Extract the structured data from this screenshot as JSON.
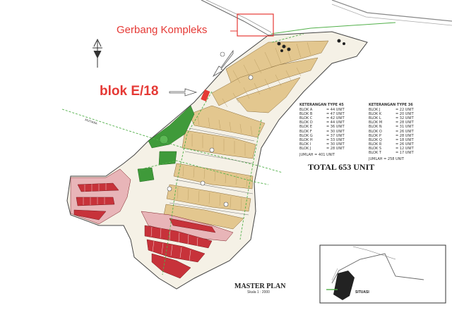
{
  "annotations": {
    "gate_label": "Gerbang Kompleks",
    "block_label": "blok E/18"
  },
  "legend_type45": {
    "title": "KETERANGAN TYPE 45",
    "rows": [
      {
        "block": "BLOK A",
        "units": "= 44 UNIT"
      },
      {
        "block": "BLOK B",
        "units": "= 47 UNIT"
      },
      {
        "block": "BLOK C",
        "units": "= 42 UNIT"
      },
      {
        "block": "BLOK D",
        "units": "= 44 UNIT"
      },
      {
        "block": "BLOK E",
        "units": "= 36 UNIT"
      },
      {
        "block": "BLOK F",
        "units": "= 30 UNIT"
      },
      {
        "block": "BLOK G",
        "units": "= 37 UNIT"
      },
      {
        "block": "BLOK H",
        "units": "= 33 UNIT"
      },
      {
        "block": "BLOK I",
        "units": "= 30 UNIT"
      },
      {
        "block": "BLOK J",
        "units": "= 28 UNIT"
      }
    ],
    "total": "JUMLAH     = 401 UNIT"
  },
  "legend_type36": {
    "title": "KETERANGAN TYPE 36",
    "rows": [
      {
        "block": "BLOK J",
        "units": "= 22 UNIT"
      },
      {
        "block": "BLOK K",
        "units": "= 20 UNIT"
      },
      {
        "block": "BLOK L",
        "units": "= 32 UNIT"
      },
      {
        "block": "BLOK M",
        "units": "= 28 UNIT"
      },
      {
        "block": "BLOK N",
        "units": "= 31 UNIT"
      },
      {
        "block": "BLOK O",
        "units": "= 26 UNIT"
      },
      {
        "block": "BLOK P",
        "units": "= 28 UNIT"
      },
      {
        "block": "BLOK Q",
        "units": "= 18 UNIT"
      },
      {
        "block": "BLOK R",
        "units": "= 26 UNIT"
      },
      {
        "block": "BLOK S",
        "units": "= 12 UNIT"
      },
      {
        "block": "BLOK T",
        "units": "= 17 UNIT"
      }
    ],
    "total": "JUMLAH     = 258 UNIT"
  },
  "total_units": "TOTAL  653 UNIT",
  "master_plan": {
    "title": "MASTER PLAN",
    "scale": "Skala  1 : 2000"
  },
  "situasi_label": "SITUASI",
  "road_label": "MUTIARA",
  "colors": {
    "annotation_red": "#e53935",
    "house_type45": "#e3c78f",
    "house_type36": "#c7323a",
    "green_space": "#3f9a3a",
    "road_line": "#52b04a",
    "outline": "#444444"
  },
  "icons": [
    "north-arrow-icon"
  ]
}
